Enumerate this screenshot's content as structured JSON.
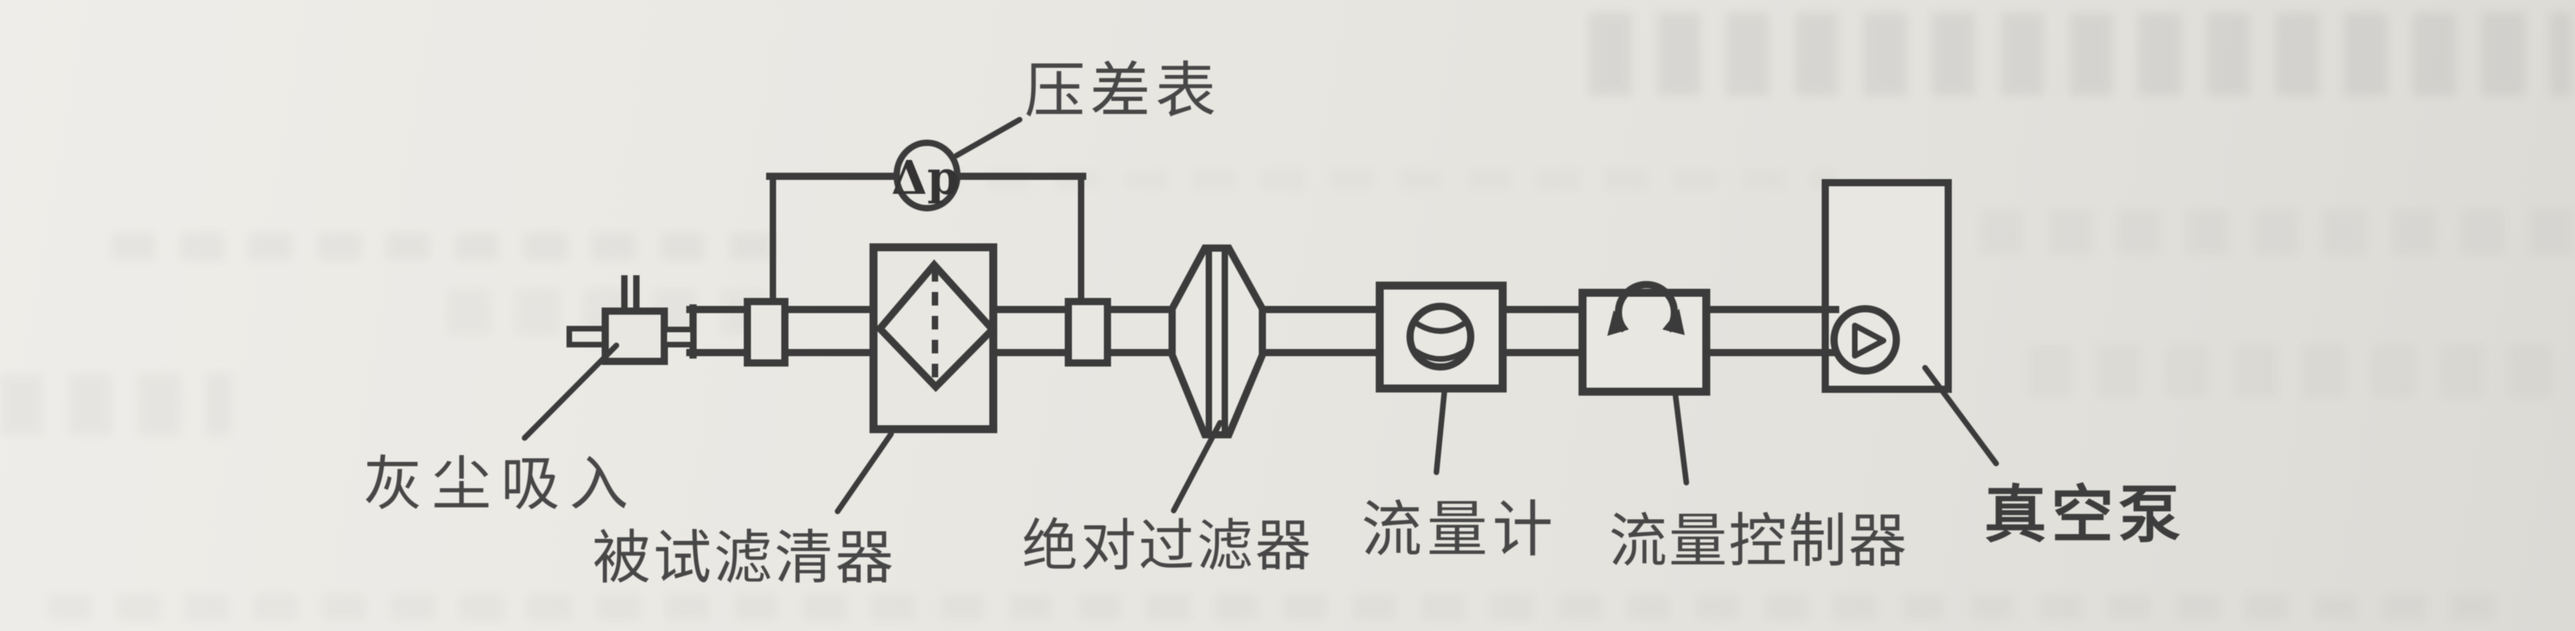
{
  "diagram": {
    "gauge_symbol": "Δp",
    "labels": {
      "pressure_gauge": "压差表",
      "dust_inlet": "灰尘吸入",
      "test_filter": "被试滤清器",
      "absolute_filter": "绝对过滤器",
      "flow_meter": "流量计",
      "flow_controller": "流量控制器",
      "vacuum_pump": "真空泵"
    },
    "colors": {
      "paper": "#e9e7e2",
      "ink": "#3b3b3b",
      "label_text": "#474747"
    }
  }
}
